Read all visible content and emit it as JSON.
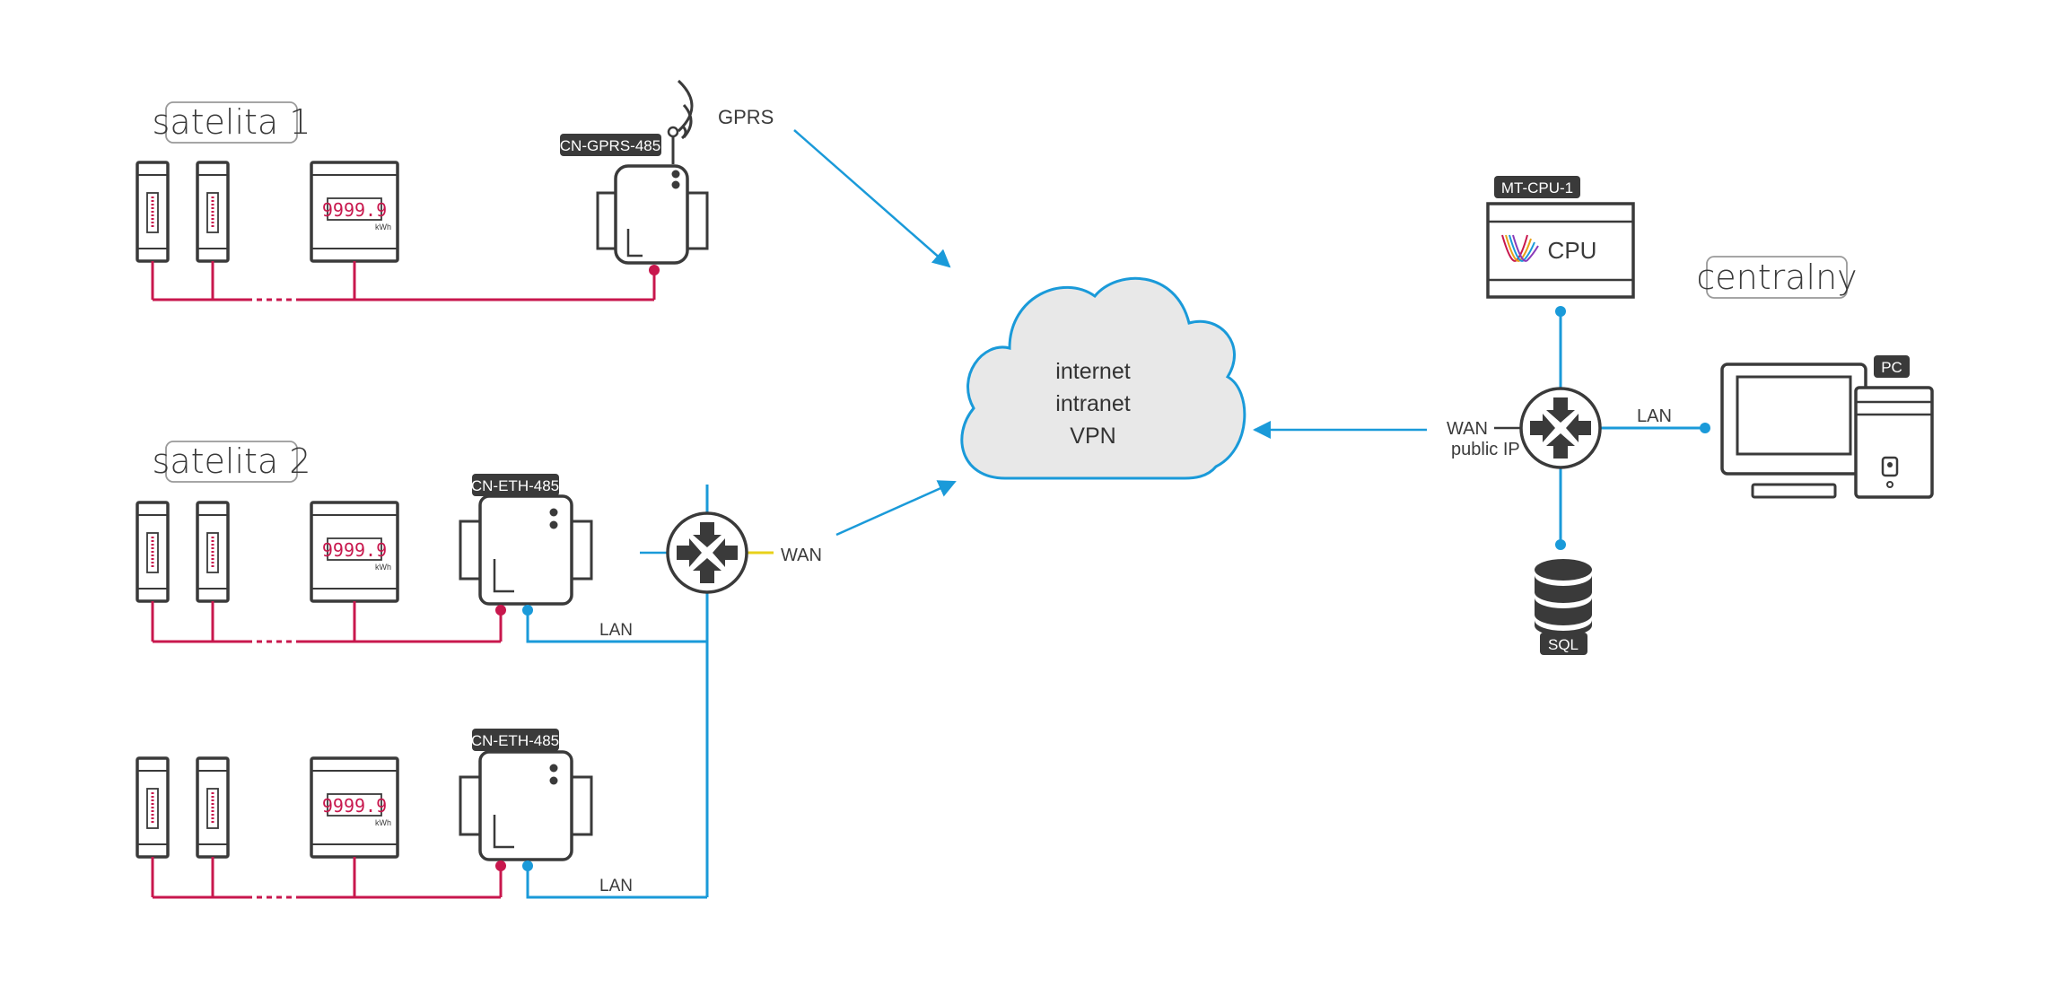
{
  "groups": {
    "satellite1_title": "satelita 1",
    "satellite2_title": "satelita 2",
    "central_title": "centralny"
  },
  "devices": {
    "gprs_module": "CN-GPRS-485",
    "eth_module_1": "CN-ETH-485",
    "eth_module_2": "CN-ETH-485",
    "cpu_module": "MT-CPU-1",
    "cpu_label": "CPU",
    "pc_tag": "PC",
    "sql_tag": "SQL"
  },
  "meter": {
    "display": "9999.9",
    "unit": "kWh"
  },
  "connections": {
    "gprs": "GPRS",
    "wan_sat2": "WAN",
    "lan_sat2a": "LAN",
    "lan_sat2b": "LAN",
    "wan_central": "WAN",
    "public_ip": "public IP",
    "lan_central": "LAN"
  },
  "cloud": {
    "line1": "internet",
    "line2": "intranet",
    "line3": "VPN"
  },
  "colors": {
    "rs485_line": "#c8174d",
    "lan_line": "#1a9ad9",
    "device_stroke": "#3a3a3a",
    "cloud_fill": "#e8e8e8"
  }
}
